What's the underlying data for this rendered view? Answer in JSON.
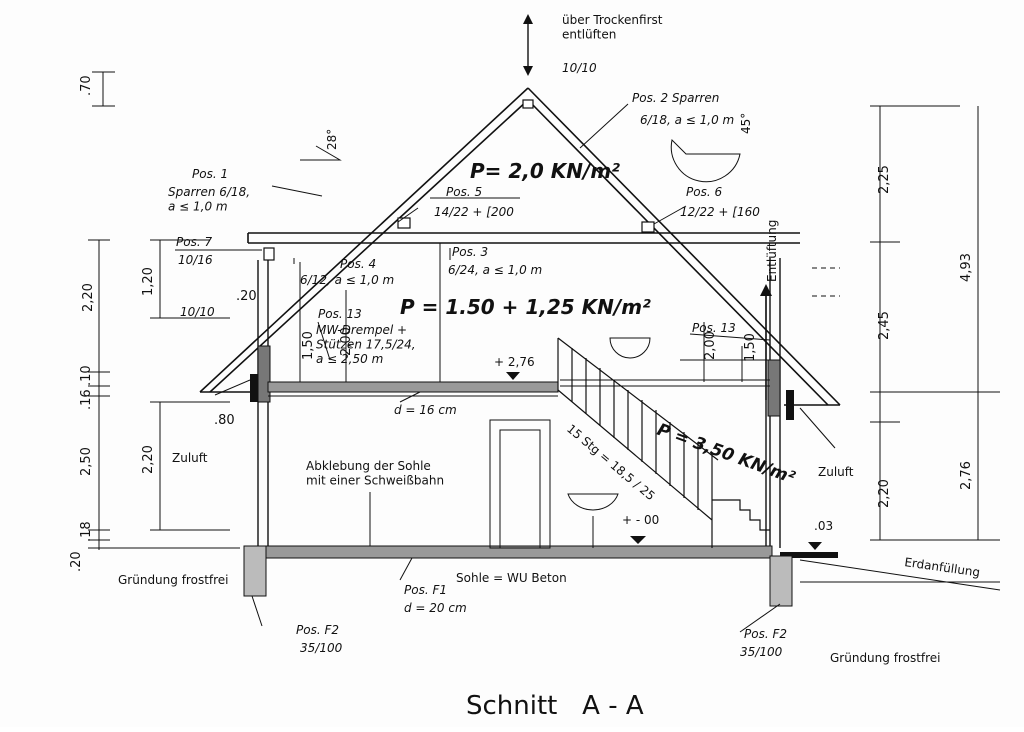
{
  "drawing": {
    "title": "Schnitt   A - A",
    "roof_note": "über Trockenfirst\nentlüften",
    "ridge_size": "10/10",
    "roof_angle_left": "28°",
    "roof_angle_right": "45°",
    "ventilation_label": "Entlüftung",
    "supply_air_left": "Zuluft",
    "supply_air_right": "Zuluft",
    "load_roof": "P= 2,0 KN/m²",
    "load_floor": "P = 1.50 + 1,25 KN/m²",
    "load_stairs": "P = 3,50 KN/m²",
    "stairs_label": "15 Stg = 18,5 / 25",
    "sealing_note": "Abklebung der Sohle\nmit einer Schweißbahn",
    "slab_label": "Sohle = WU Beton",
    "foundation_left": "Gründung frostfrei",
    "foundation_right": "Gründung frostfrei",
    "backfill": "Erdanfüllung",
    "level_upper": "+ 2,76",
    "level_ground": "+ - 00",
    "level_outside": ".03",
    "slab_thickness_upper": "d = 16 cm",
    "positions": {
      "pos1": "Pos. 1",
      "pos1_detail": "Sparren 6/18,\na ≤ 1,0 m",
      "pos2": "Pos. 2  Sparren",
      "pos2_detail": "6/18, a ≤ 1,0 m",
      "pos3": "Pos. 3",
      "pos3_detail": "6/24, a ≤ 1,0 m",
      "pos4": "Pos. 4",
      "pos4_detail": "6/12, a ≤ 1,0 m",
      "pos5": "Pos. 5",
      "pos5_detail": "14/22 + [200",
      "pos6": "Pos. 6",
      "pos6_detail": "12/22 + [160",
      "pos7": "Pos. 7",
      "pos7_detail": "10/16",
      "pos13_left": "Pos. 13",
      "pos13_left_detail": "MW-Drempel +\nStützen 17,5/24,\na ≤ 2,50 m",
      "pos13_right": "Pos. 13",
      "posF1": "Pos. F1",
      "posF1_detail": "d = 20 cm",
      "posF2_left": "Pos. F2",
      "posF2_left_detail": "35/100",
      "posF2_right": "Pos. F2",
      "posF2_right_detail": "35/100",
      "small_10_10": "10/10"
    },
    "dims_left": [
      ".70",
      "1,20",
      "2,20",
      ".20",
      ".16",
      ".10",
      ".80",
      "2,20",
      "2,50",
      ".18",
      ".20"
    ],
    "dims_inner": [
      "1,50",
      "2,00",
      "2,00",
      "1,50"
    ],
    "dims_right_inner": [
      "2,25",
      "2,45",
      "2,20"
    ],
    "dims_right_outer": [
      "4,93",
      "2,76"
    ]
  }
}
